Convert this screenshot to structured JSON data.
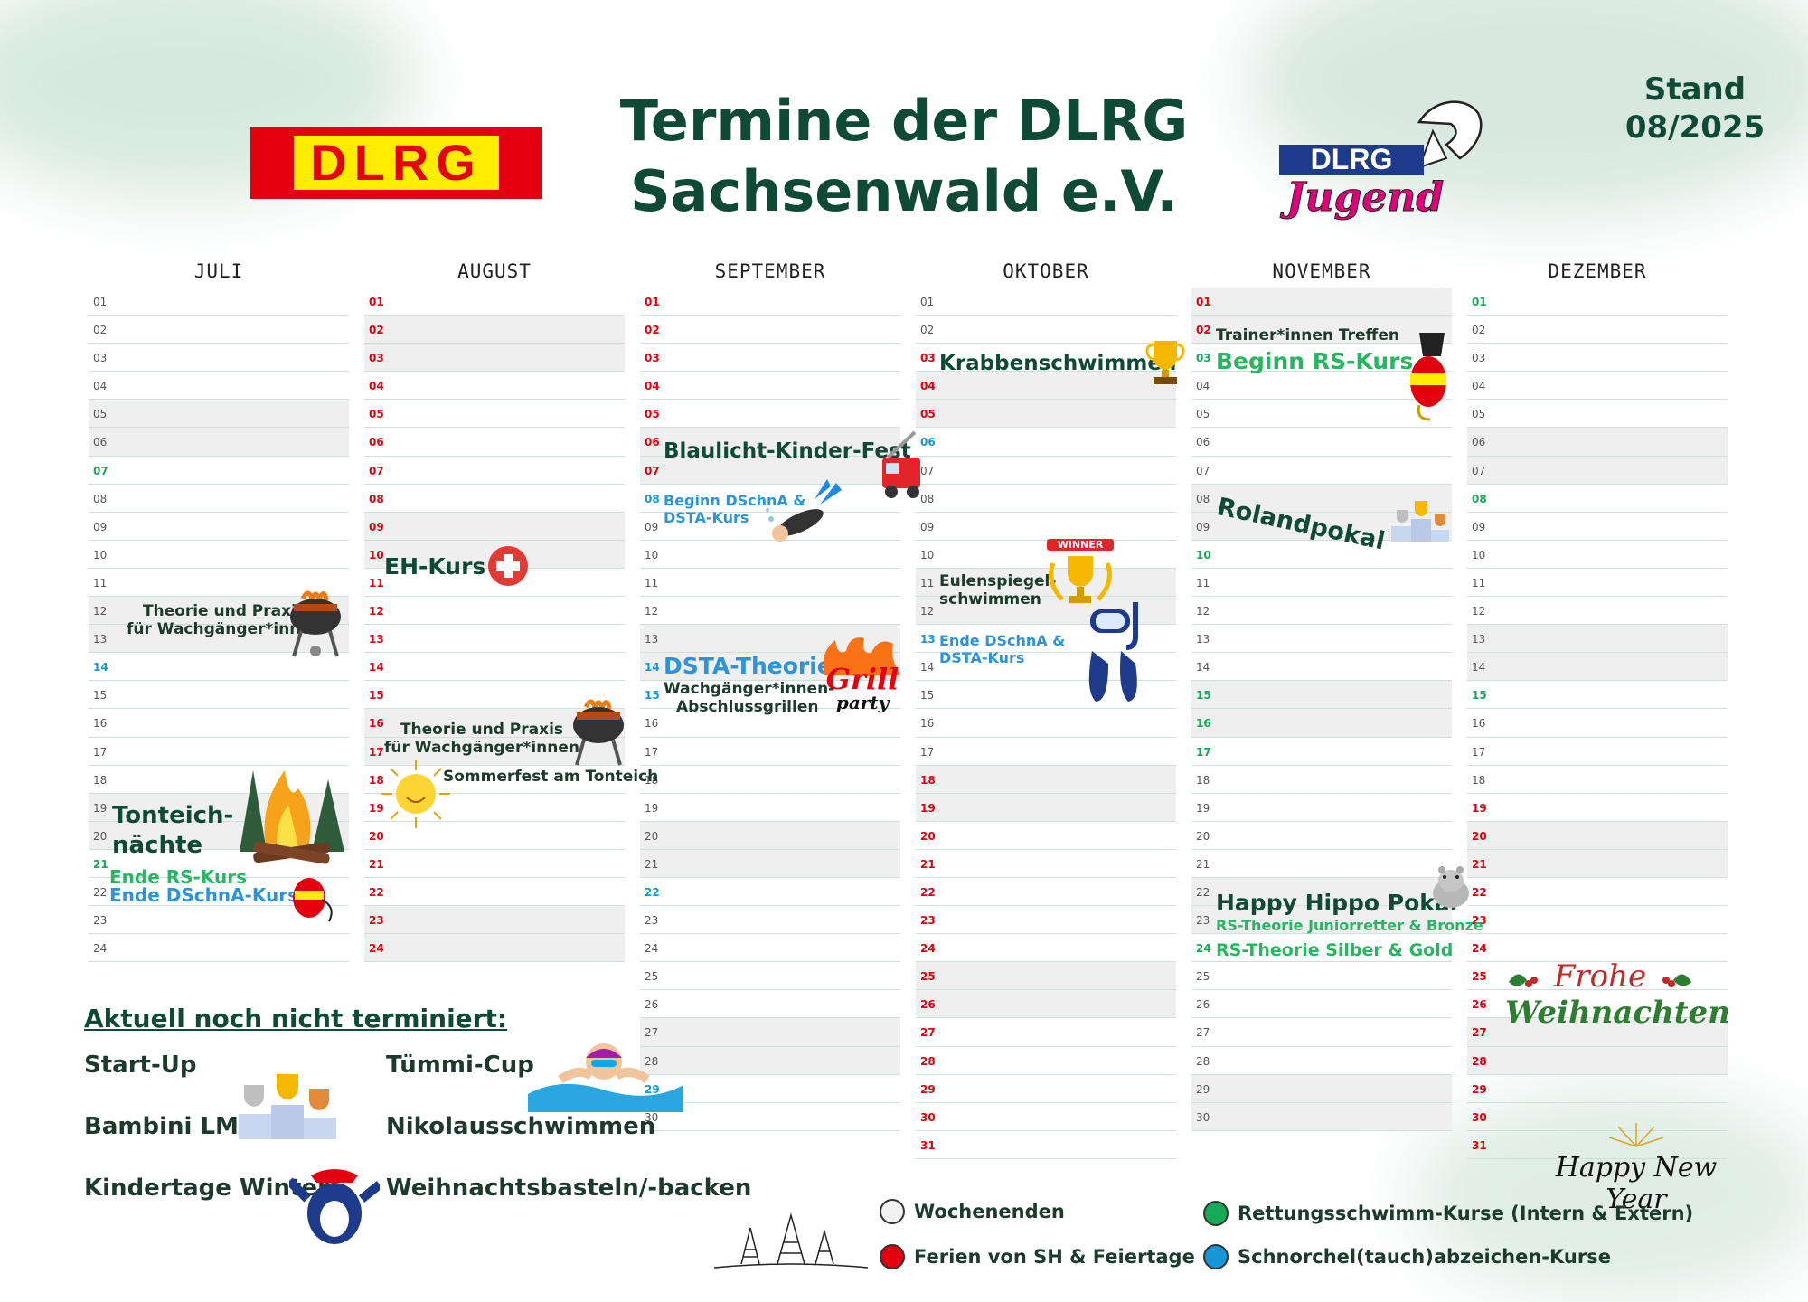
{
  "header": {
    "title_line1": "Termine der DLRG",
    "title_line2": "Sachsenwald e.V.",
    "stand_label": "Stand",
    "stand_date": "08/2025",
    "logo_left_text": "DLRG",
    "logo_right_text1": "DLRG",
    "logo_right_text2": "Jugend"
  },
  "colors": {
    "title": "#0e4a36",
    "holiday": "#e3000f",
    "rescue_course": "#16a957",
    "snorkel_course": "#1796d8",
    "weekend_bg": "#efefef"
  },
  "months": [
    {
      "name": "JULI",
      "days": [
        "01",
        "02",
        "03",
        "04",
        "05",
        "06",
        "07",
        "08",
        "09",
        "10",
        "11",
        "12",
        "13",
        "14",
        "15",
        "16",
        "17",
        "18",
        "19",
        "20",
        "21",
        "22",
        "23",
        "24"
      ],
      "weekend": [
        "05",
        "06",
        "12",
        "13",
        "19",
        "20"
      ],
      "red": [],
      "green": [
        "07",
        "21"
      ],
      "blue": [
        "14"
      ]
    },
    {
      "name": "AUGUST",
      "days": [
        "01",
        "02",
        "03",
        "04",
        "05",
        "06",
        "07",
        "08",
        "09",
        "10",
        "11",
        "12",
        "13",
        "14",
        "15",
        "16",
        "17",
        "18",
        "19",
        "20",
        "21",
        "22",
        "23",
        "24"
      ],
      "weekend": [
        "02",
        "03",
        "09",
        "10",
        "16",
        "17",
        "23",
        "24"
      ],
      "red": [
        "01",
        "02",
        "03",
        "04",
        "05",
        "06",
        "07",
        "08",
        "09",
        "10",
        "11",
        "12",
        "13",
        "14",
        "15",
        "16",
        "17",
        "18",
        "19",
        "20",
        "21",
        "22",
        "23",
        "24"
      ],
      "green": [],
      "blue": []
    },
    {
      "name": "SEPTEMBER",
      "days": [
        "01",
        "02",
        "03",
        "04",
        "05",
        "06",
        "07",
        "08",
        "09",
        "10",
        "11",
        "12",
        "13",
        "14",
        "15",
        "16",
        "17",
        "18",
        "19",
        "20",
        "21",
        "22",
        "23",
        "24",
        "25",
        "26",
        "27",
        "28",
        "29",
        "30"
      ],
      "weekend": [
        "06",
        "07",
        "13",
        "14",
        "20",
        "21",
        "27",
        "28"
      ],
      "red": [
        "01",
        "02",
        "03",
        "04",
        "05",
        "06",
        "07"
      ],
      "green": [],
      "blue": [
        "08",
        "14",
        "15",
        "22",
        "29"
      ]
    },
    {
      "name": "OKTOBER",
      "days": [
        "01",
        "02",
        "03",
        "04",
        "05",
        "06",
        "07",
        "08",
        "09",
        "10",
        "11",
        "12",
        "13",
        "14",
        "15",
        "16",
        "17",
        "18",
        "19",
        "20",
        "21",
        "22",
        "23",
        "24",
        "25",
        "26",
        "27",
        "28",
        "29",
        "30",
        "31"
      ],
      "weekend": [
        "04",
        "05",
        "11",
        "12",
        "18",
        "19",
        "25",
        "26"
      ],
      "red": [
        "03",
        "04",
        "05",
        "18",
        "19",
        "20",
        "21",
        "22",
        "23",
        "24",
        "25",
        "26",
        "27",
        "28",
        "29",
        "30",
        "31"
      ],
      "green": [],
      "blue": [
        "06",
        "13"
      ]
    },
    {
      "name": "NOVEMBER",
      "days": [
        "01",
        "02",
        "03",
        "04",
        "05",
        "06",
        "07",
        "08",
        "09",
        "10",
        "11",
        "12",
        "13",
        "14",
        "15",
        "16",
        "17",
        "18",
        "19",
        "20",
        "21",
        "22",
        "23",
        "24",
        "25",
        "26",
        "27",
        "28",
        "29",
        "30"
      ],
      "weekend": [
        "01",
        "02",
        "08",
        "09",
        "15",
        "16",
        "22",
        "23",
        "29",
        "30"
      ],
      "red": [
        "01",
        "02"
      ],
      "green": [
        "03",
        "10",
        "15",
        "16",
        "17",
        "24"
      ],
      "blue": []
    },
    {
      "name": "DEZEMBER",
      "days": [
        "01",
        "02",
        "03",
        "04",
        "05",
        "06",
        "07",
        "08",
        "09",
        "10",
        "11",
        "12",
        "13",
        "14",
        "15",
        "16",
        "17",
        "18",
        "19",
        "20",
        "21",
        "22",
        "23",
        "24",
        "25",
        "26",
        "27",
        "28",
        "29",
        "30",
        "31"
      ],
      "weekend": [
        "06",
        "07",
        "13",
        "14",
        "20",
        "21",
        "27",
        "28"
      ],
      "red": [
        "19",
        "20",
        "21",
        "22",
        "23",
        "24",
        "25",
        "26",
        "27",
        "28",
        "29",
        "30",
        "31"
      ],
      "green": [
        "01",
        "08",
        "15"
      ],
      "blue": []
    }
  ],
  "events": {
    "juli_theorie_1": "Theorie und Praxis",
    "juli_theorie_2": "für Wachgänger*innen",
    "juli_tonteich_1": "Tonteich-",
    "juli_tonteich_2": "nächte",
    "juli_ende_rs": "Ende RS-Kurs",
    "juli_ende_dschna": "Ende DSchnA-Kurs",
    "aug_eh": "EH-Kurs",
    "aug_theorie_1": "Theorie und Praxis",
    "aug_theorie_2": "für Wachgänger*innen",
    "aug_sommerfest": "Sommerfest am Tonteich",
    "sep_blaulicht": "Blaulicht-Kinder-Fest",
    "sep_beginn_1": "Beginn DSchnA &",
    "sep_beginn_2": "DSTA-Kurs",
    "sep_dsta": "DSTA-Theorie",
    "sep_grill_1": "Wachgänger*innen-",
    "sep_grill_2": "Abschlussgrillen",
    "sep_grill_logo1": "Grill",
    "sep_grill_logo2": "party",
    "okt_krabben": "Krabbenschwimmen",
    "okt_eulen_1": "Eulenspiegel-",
    "okt_eulen_2": "schwimmen",
    "okt_winner": "WINNER",
    "okt_ende_1": "Ende DSchnA &",
    "okt_ende_2": "DSTA-Kurs",
    "nov_trainer": "Trainer*innen Treffen",
    "nov_beginn_rs": "Beginn RS-Kurs",
    "nov_roland": "Rolandpokal",
    "nov_hippo": "Happy Hippo Pokal",
    "nov_rs_junior": "RS-Theorie Juniorretter & Bronze",
    "nov_rs_silber": "RS-Theorie Silber & Gold",
    "dez_frohe": "Frohe",
    "dez_weihnachten": "Weihnachten",
    "dez_newyear": "Happy New Year"
  },
  "unscheduled": {
    "title": "Aktuell noch nicht terminiert:",
    "items": [
      "Start-Up",
      "Bambini LM",
      "Kindertage Winter",
      "Tümmi-Cup",
      "Nikolausschwimmen",
      "Weihnachtsbasteln/-backen"
    ]
  },
  "legend": {
    "weekends": "Wochenenden",
    "holidays": "Ferien von SH & Feiertage",
    "rescue": "Rettungsschwimm-Kurse (Intern & Extern)",
    "snorkel": "Schnorchel(tauch)abzeichen-Kurse"
  }
}
